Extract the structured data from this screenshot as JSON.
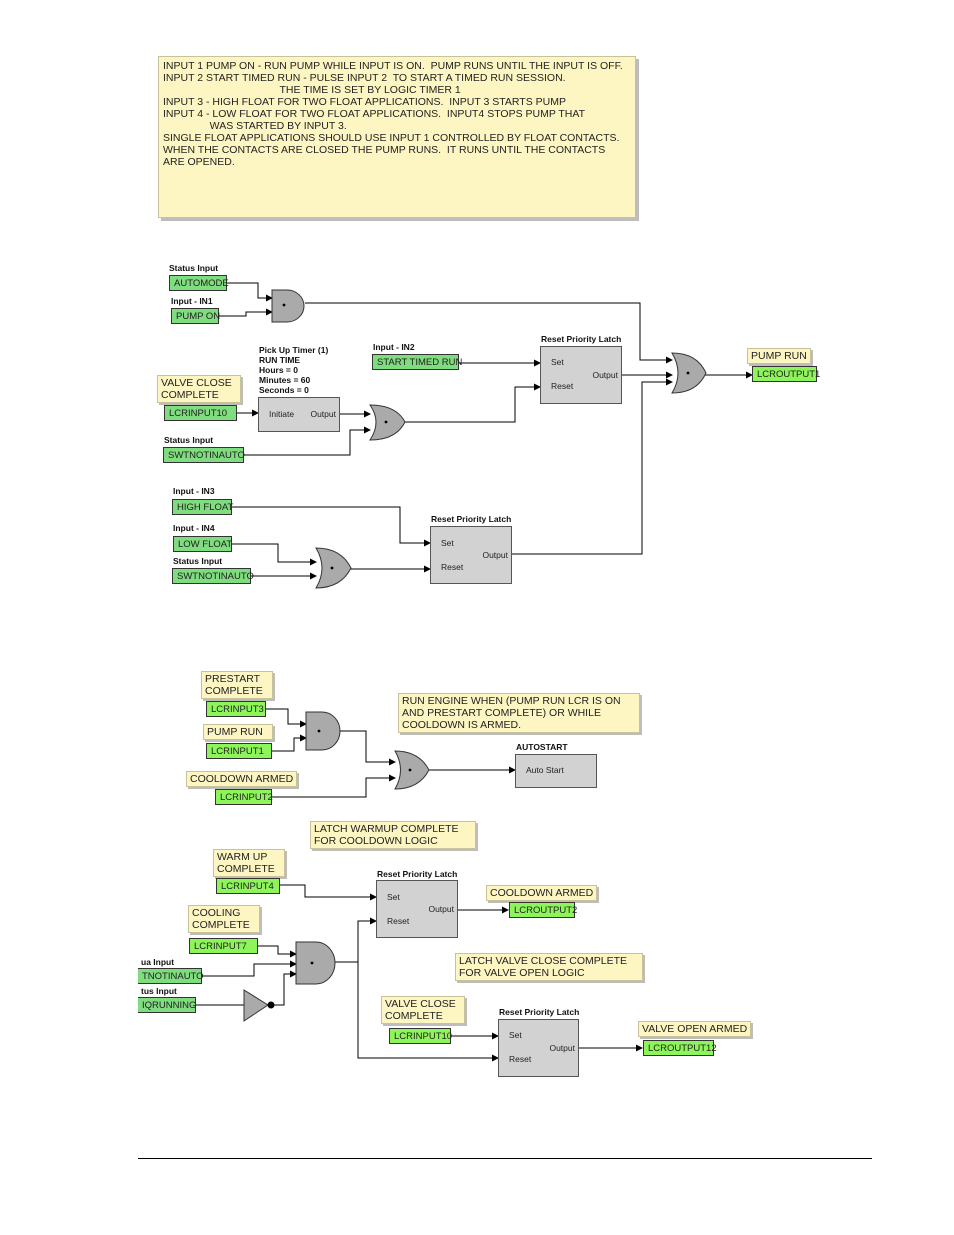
{
  "note_top": {
    "lines": [
      "INPUT 1 PUMP ON - RUN PUMP WHILE INPUT IS ON.  PUMP RUNS UNTIL THE INPUT IS OFF.",
      "",
      "INPUT 2 START TIMED RUN - PULSE INPUT 2  TO START A TIMED RUN SESSION.",
      "                                        THE TIME IS SET BY LOGIC TIMER 1",
      "",
      "INPUT 3 - HIGH FLOAT FOR TWO FLOAT APPLICATIONS.  INPUT 3 STARTS PUMP",
      "",
      "INPUT 4 - LOW FLOAT FOR TWO FLOAT APPLICATIONS.  INPUT4 STOPS PUMP THAT",
      "                WAS STARTED BY INPUT 3.",
      "",
      "SINGLE FLOAT APPLICATIONS SHOULD USE INPUT 1 CONTROLLED BY FLOAT CONTACTS.",
      "WHEN THE CONTACTS ARE CLOSED THE PUMP RUNS.  IT RUNS UNTIL THE CONTACTS",
      "ARE OPENED."
    ]
  },
  "d1": {
    "status_input_1": {
      "caption": "Status Input",
      "tag": "AUTOMODE"
    },
    "input_in1": {
      "caption": "Input - IN1",
      "tag": "PUMP ON"
    },
    "input_in2": {
      "caption": "Input - IN2",
      "tag": "START TIMED RUN"
    },
    "valve_close_label": "VALVE CLOSE\nCOMPLETE",
    "lcr_input10": "LCRINPUT10",
    "status_input_2": {
      "caption": "Status Input",
      "tag": "SWTNOTINAUTO"
    },
    "timer": {
      "lines": "Pick Up Timer (1)\nRUN TIME\nHours = 0\nMinutes = 60\nSeconds = 0",
      "initiate": "Initiate",
      "output": "Output"
    },
    "latch1": {
      "title": "Reset Priority Latch",
      "set": "Set",
      "reset": "Reset",
      "output": "Output"
    },
    "pump_run_label": "PUMP RUN",
    "lcr_output1": "LCROUTPUT1",
    "input_in3": {
      "caption": "Input - IN3",
      "tag": "HIGH FLOAT"
    },
    "input_in4": {
      "caption": "Input - IN4",
      "tag": "LOW FLOAT"
    },
    "status_input_3": {
      "caption": "Status Input",
      "tag": "SWTNOTINAUTO"
    },
    "latch2": {
      "title": "Reset Priority Latch",
      "set": "Set",
      "reset": "Reset",
      "output": "Output"
    }
  },
  "d2": {
    "prestart_label": "PRESTART\nCOMPLETE",
    "lcr_input3": "LCRINPUT3",
    "pump_run_label": "PUMP RUN",
    "lcr_input1": "LCRINPUT1",
    "cooldown_armed_label": "COOLDOWN ARMED",
    "lcr_input2": "LCRINPUT2",
    "note": "RUN ENGINE WHEN (PUMP RUN LCR IS ON\nAND PRESTART COMPLETE) OR WHILE\nCOOLDOWN IS ARMED.",
    "autostart": {
      "title": "AUTOSTART",
      "pin": "Auto Start"
    }
  },
  "d3": {
    "note_latch": "LATCH WARMUP COMPLETE\nFOR COOLDOWN LOGIC",
    "warmup_label": "WARM UP\nCOMPLETE",
    "lcr_input4": "LCRINPUT4",
    "cooling_label": "COOLING\nCOMPLETE",
    "lcr_input7": "LCRINPUT7",
    "status_a": {
      "caption": "ua Input",
      "tag": "TNOTINAUTO"
    },
    "status_b": {
      "caption": "tus Input",
      "tag": "IQRUNNING"
    },
    "latch3": {
      "title": "Reset Priority Latch",
      "set": "Set",
      "reset": "Reset",
      "output": "Output"
    },
    "cooldown_armed_label": "COOLDOWN ARMED",
    "lcr_output2": "LCROUTPUT2",
    "note_valve": "LATCH VALVE CLOSE COMPLETE\nFOR VALVE OPEN LOGIC",
    "valve_close_label": "VALVE CLOSE\nCOMPLETE",
    "lcr_input10": "LCRINPUT10",
    "latch4": {
      "title": "Reset Priority Latch",
      "set": "Set",
      "reset": "Reset",
      "output": "Output"
    },
    "valve_open_label": "VALVE OPEN ARMED",
    "lcr_output12": "LCROUTPUT12"
  }
}
